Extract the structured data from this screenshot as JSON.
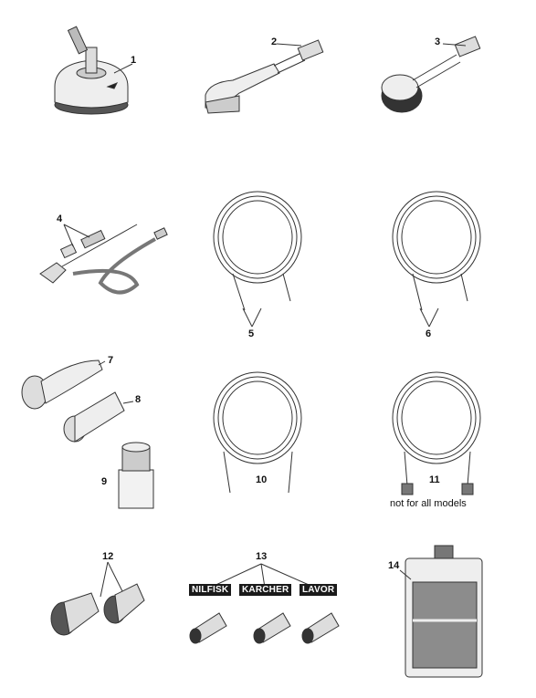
{
  "labels": {
    "l1": "1",
    "l2": "2",
    "l3": "3",
    "l4": "4",
    "l5": "5",
    "l6": "6",
    "l7": "7",
    "l8": "8",
    "l9": "9",
    "l10": "10",
    "l11": "11",
    "l12": "12",
    "l13": "13",
    "l14": "14"
  },
  "brands": {
    "b1": "NILFISK",
    "b2": "KARCHER",
    "b3": "LAVOR"
  },
  "note": "not for all models",
  "colors": {
    "line": "#333333",
    "light": "#e6e6e6",
    "mid": "#b5b5b5",
    "dark": "#555555",
    "bottle_panel": "#8c8c8c"
  }
}
